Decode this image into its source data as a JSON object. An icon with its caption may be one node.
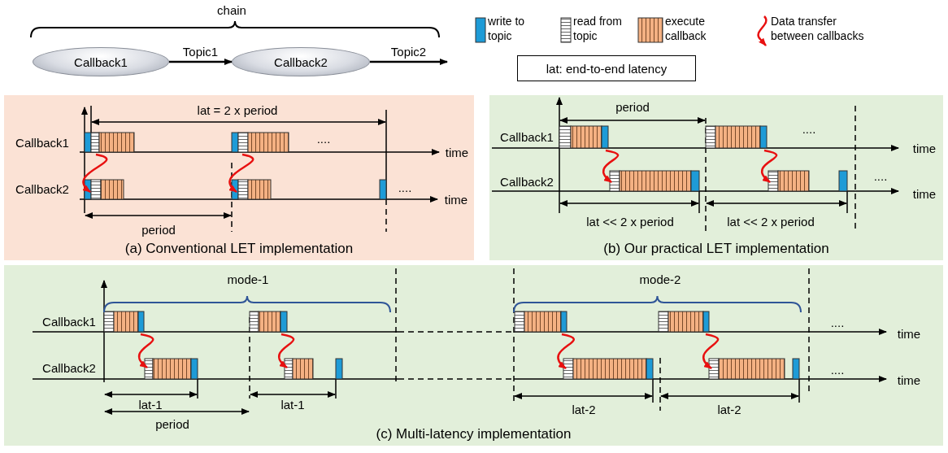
{
  "diagram": {
    "nodes": [
      {
        "text": [
          "Callback1"
        ]
      },
      {
        "text": [
          "Callback2"
        ]
      },
      {
        "text": [
          "(a) Conventional LET implementation"
        ]
      },
      {
        "text": [
          "(b) Our practical LET implementation"
        ]
      },
      {
        "text": [
          "(c) Multi-latency implementation"
        ]
      },
      {
        "text": [
          "lat: end-to-end latency"
        ]
      }
    ],
    "edges": [
      {
        "from": 0,
        "to": 1,
        "arrow": "to",
        "label": "Topic1"
      },
      {
        "from": 1,
        "to": null,
        "arrow": "to",
        "label": "Topic2"
      }
    ],
    "labels": [
      "chain",
      "lat = 2 x period",
      "Callback1",
      "....",
      "time",
      "Callback2",
      "....",
      "time",
      "period",
      "period",
      "Callback1",
      "....",
      "time",
      "Callback2",
      "....",
      "time",
      "lat << 2 x period",
      "lat << 2 x period",
      "mode-1",
      "mode-2",
      "Callback1",
      "....",
      "time",
      "Callback2",
      "....",
      "time",
      "lat-1",
      "lat-1",
      "lat-2",
      "lat-2",
      "period"
    ],
    "legend": [
      {
        "text": "write to topic",
        "color": "#1e9bd7"
      },
      {
        "text": "read from topic"
      },
      {
        "text": "execute callback"
      },
      {
        "text": "Data transfer between callbacks"
      }
    ]
  }
}
